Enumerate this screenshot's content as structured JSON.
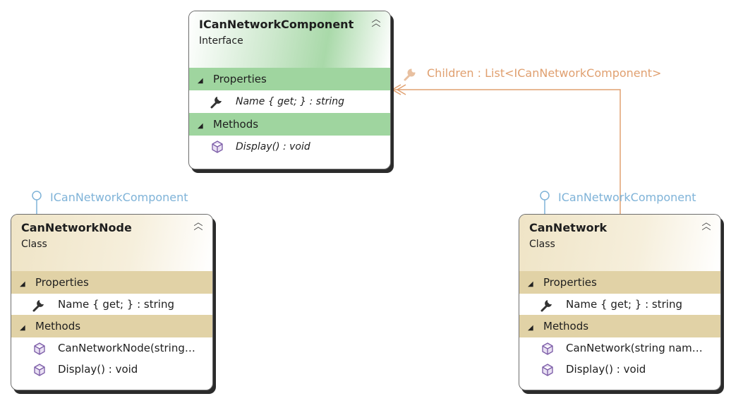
{
  "shapes": {
    "interface": {
      "title": "ICanNetworkComponent",
      "kind": "Interface",
      "properties_label": "Properties",
      "methods_label": "Methods",
      "properties": [
        "Name { get; } : string"
      ],
      "methods": [
        "Display() : void"
      ]
    },
    "node": {
      "title": "CanNetworkNode",
      "kind": "Class",
      "properties_label": "Properties",
      "methods_label": "Methods",
      "properties": [
        "Name { get; } : string"
      ],
      "methods": [
        "CanNetworkNode(string…",
        "Display() : void"
      ]
    },
    "network": {
      "title": "CanNetwork",
      "kind": "Class",
      "properties_label": "Properties",
      "methods_label": "Methods",
      "properties": [
        "Name { get; } : string"
      ],
      "methods": [
        "CanNetwork(string  nam…",
        "Display() : void"
      ]
    }
  },
  "relations": {
    "node_lollipop": "ICanNetworkComponent",
    "network_lollipop": "ICanNetworkComponent",
    "association": "Children : List<ICanNetworkComponent>"
  },
  "colors": {
    "interface_header": "#a9d9a9",
    "interface_section": "#9fd59f",
    "class_header": "#efe4c6",
    "class_section": "#e1d2a6",
    "lollipop": "#7fb3d8",
    "association": "#e0a070"
  },
  "icons": {
    "property": "wrench-icon",
    "method": "cube-icon",
    "collapse": "double-chevron-up-icon",
    "expand_section": "triangle-down-icon"
  }
}
